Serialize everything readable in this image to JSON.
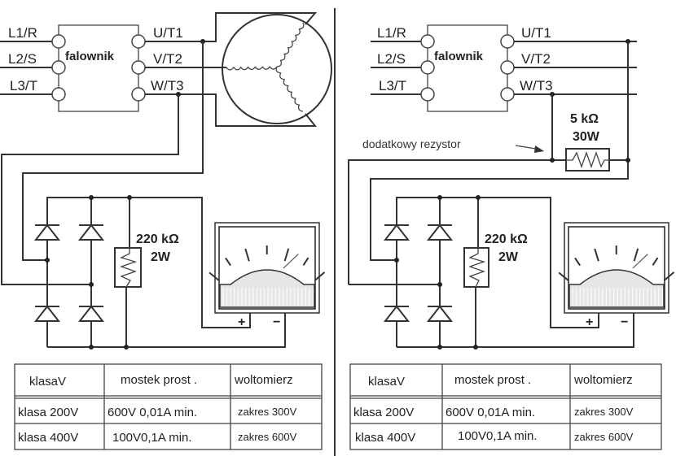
{
  "left_panel": {
    "inputs": [
      "L1/R",
      "L2/S",
      "L3/T"
    ],
    "outputs": [
      "U/T1",
      "V/T2",
      "W/T3"
    ],
    "inverter_label": "falownik",
    "bridge_resistor": {
      "value": "220 kΩ",
      "power": "2W"
    },
    "meter_terminals": {
      "plus": "+",
      "minus": "−"
    }
  },
  "right_panel": {
    "inputs": [
      "L1/R",
      "L2/S",
      "L3/T"
    ],
    "outputs": [
      "U/T1",
      "V/T2",
      "W/T3"
    ],
    "inverter_label": "falownik",
    "extra_resistor": {
      "value": "5 kΩ",
      "power": "30W",
      "label": "dodatkowy rezystor"
    },
    "bridge_resistor": {
      "value": "220 kΩ",
      "power": "2W"
    },
    "meter_terminals": {
      "plus": "+",
      "minus": "−"
    }
  },
  "table_left": {
    "headers": [
      "klasaV",
      "mostek prost .",
      "woltomierz"
    ],
    "rows": [
      [
        "klasa 200V",
        "600V 0,01A min.",
        "zakres 300V"
      ],
      [
        "klasa 400V",
        "100V0,1A min.",
        "zakres 600V"
      ]
    ]
  },
  "table_right": {
    "headers": [
      "klasaV",
      "mostek prost .",
      "woltomierz"
    ],
    "rows": [
      [
        "klasa 200V",
        "600V 0,01A min.",
        "zakres 300V"
      ],
      [
        "klasa 400V",
        "100V0,1A min.",
        "zakres 600V"
      ]
    ]
  }
}
